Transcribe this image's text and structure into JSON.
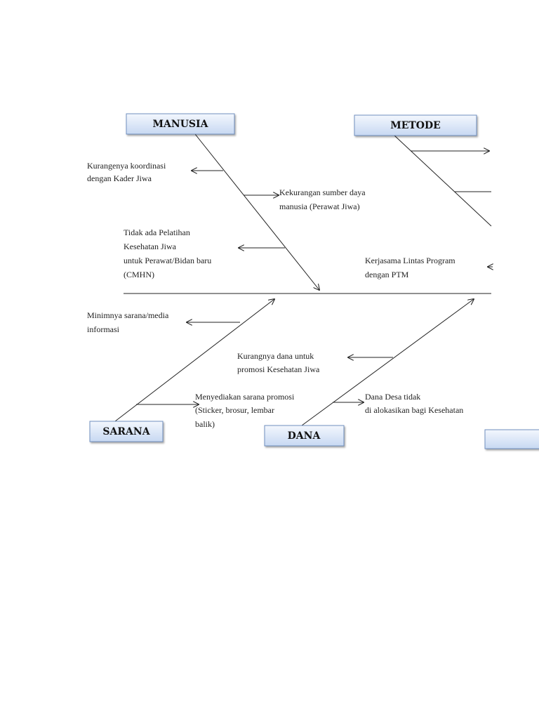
{
  "categories": {
    "manusia": "MANUSIA",
    "metode": "METODE",
    "sarana": "SARANA",
    "dana": "DANA"
  },
  "causes": {
    "koordinasi": [
      "Kurangenya koordinasi",
      "dengan Kader Jiwa"
    ],
    "sdm": [
      "Kekurangan sumber daya",
      "manusia (Perawat Jiwa)"
    ],
    "pelatihan": [
      "Tidak ada Pelatihan",
      "Kesehatan Jiwa",
      "untuk Perawat/Bidan baru",
      "(CMHN)"
    ],
    "kerjasama": [
      "Kerjasama Lintas Program",
      "dengan PTM"
    ],
    "media": [
      "Minimnya sarana/media",
      "informasi"
    ],
    "dana_promosi": [
      "Kurangnya dana untuk",
      "promosi Kesehatan Jiwa"
    ],
    "promosi": [
      "Menyediakan sarana promosi",
      "(Sticker, brosur, lembar",
      "balik)"
    ],
    "dana_desa": [
      "Dana Desa tidak",
      "di alokasikan bagi Kesehatan"
    ]
  },
  "colors": {
    "box_fill_top": "#f3f7fd",
    "box_fill_bottom": "#c7d8f2",
    "box_border": "#6f8fbf",
    "line": "#222222"
  }
}
